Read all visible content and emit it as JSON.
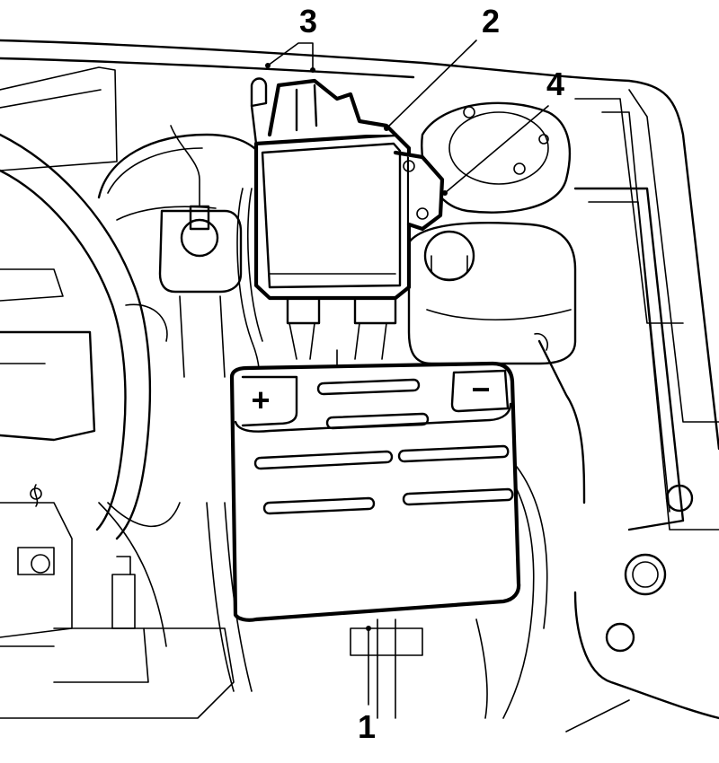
{
  "callouts": [
    {
      "id": "battery",
      "label": "1"
    },
    {
      "id": "fuse-relay-box",
      "label": "2"
    },
    {
      "id": "box-clips",
      "label": "3"
    },
    {
      "id": "mounting-bracket",
      "label": "4"
    }
  ],
  "markings": {
    "positive_terminal": "+",
    "negative_terminal": "−"
  }
}
